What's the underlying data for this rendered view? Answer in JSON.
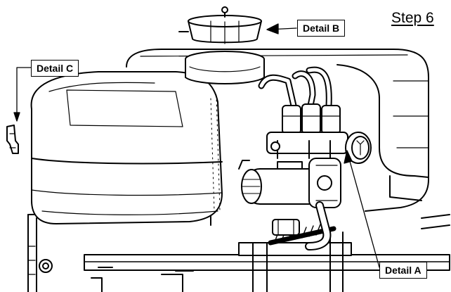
{
  "step_title": "Step 6",
  "callouts": {
    "detail_a": "Detail A",
    "detail_b": "Detail B",
    "detail_c": "Detail C"
  },
  "colors": {
    "line": "#000000",
    "background": "#ffffff"
  }
}
